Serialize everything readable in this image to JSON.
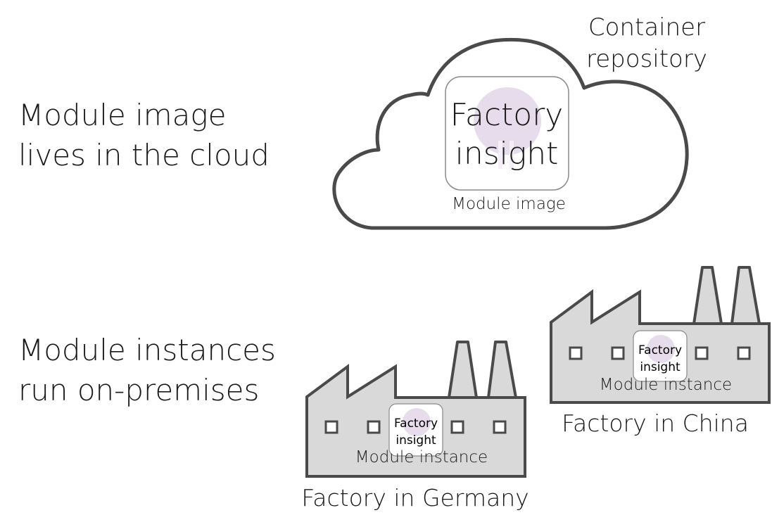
{
  "left_labels": {
    "cloud_line1": "Module image",
    "cloud_line2": "lives in the cloud",
    "premises_line1": "Module instances",
    "premises_line2": "run on-premises"
  },
  "cloud": {
    "repo_line1": "Container",
    "repo_line2": "repository",
    "module_line1": "Factory",
    "module_line2": "insight",
    "module_caption": "Module image"
  },
  "factory_germany": {
    "module_line1": "Factory",
    "module_line2": "insight",
    "module_caption": "Module instance",
    "caption": "Factory in Germany"
  },
  "factory_china": {
    "module_line1": "Factory",
    "module_line2": "insight",
    "module_caption": "Module instance",
    "caption": "Factory in China"
  },
  "colors": {
    "outline": "#4a4a4a",
    "factory_fill": "#d9d9d9",
    "icon_tint": "#e6dcec"
  }
}
